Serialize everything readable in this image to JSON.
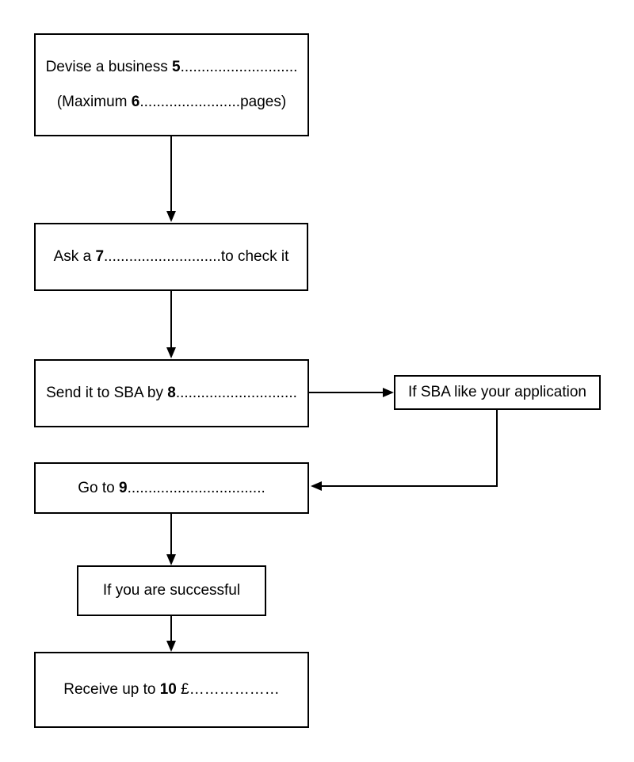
{
  "flowchart": {
    "box_plan": {
      "line1": {
        "prefix": "Devise a business ",
        "number": "5",
        "dots": "............................"
      },
      "line2": {
        "prefix": "(Maximum ",
        "number": "6",
        "dots": "........................",
        "suffix": "pages)"
      }
    },
    "box_check": {
      "prefix": "Ask a ",
      "number": "7",
      "dots": "............................",
      "suffix": "to check it"
    },
    "box_send": {
      "prefix": "Send it to SBA by ",
      "number": "8",
      "dots": "............................."
    },
    "box_condition_sba": {
      "label": "If SBA like your application"
    },
    "box_goto": {
      "prefix": "Go to ",
      "number": "9",
      "dots": "................................."
    },
    "box_condition_success": {
      "label": "If you are successful"
    },
    "box_receive": {
      "prefix": "Receive up to ",
      "number": "10",
      "suffix": " £………………"
    },
    "colors": {
      "line": "#000000",
      "text": "#000000",
      "background": "#ffffff"
    }
  }
}
